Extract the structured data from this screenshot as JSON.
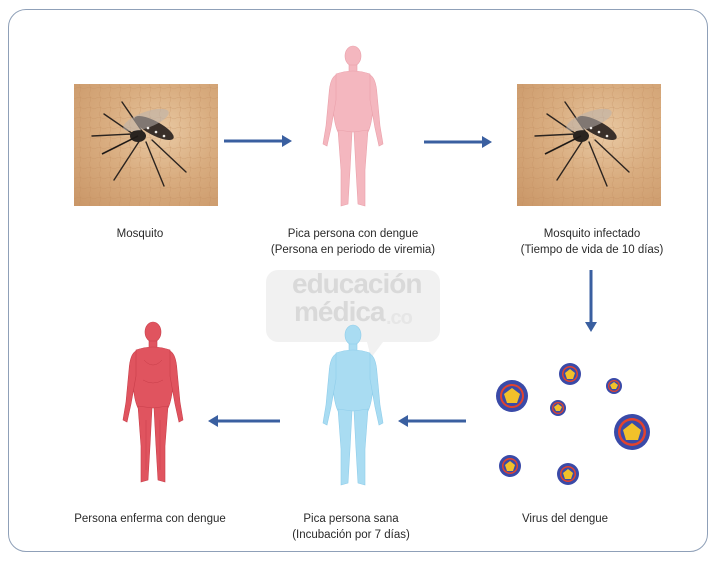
{
  "watermark": {
    "line1": "educación",
    "line2": "médica",
    "suffix": ".co"
  },
  "steps": {
    "mosquito": {
      "label": "Mosquito"
    },
    "bite_sick": {
      "line1": "Pica persona con dengue",
      "line2": "(Persona en periodo de viremia)"
    },
    "infected_mosquito": {
      "line1": "Mosquito infectado",
      "line2": "(Tiempo de vida  de 10 días)"
    },
    "virus": {
      "label": "Virus del dengue"
    },
    "bite_healthy": {
      "line1": "Pica persona sana",
      "line2": "(Incubación por 7 días)"
    },
    "sick_person": {
      "label": "Persona enferma con dengue"
    }
  },
  "colors": {
    "arrow": "#3a5fa0",
    "frame": "#8fa0b8",
    "human_pink": "#f4b7bf",
    "human_blue": "#a9dcf2",
    "human_red": "#e0545f",
    "virus_outer": "#3a4aa8",
    "virus_ring": "#e2432e",
    "virus_core": "#f2c12a"
  },
  "icons": {
    "mosquito_photo": "mosquito-photo",
    "human_figure": "human-silhouette-icon",
    "virus": "virus-particle-icon",
    "arrow": "arrow-icon"
  }
}
